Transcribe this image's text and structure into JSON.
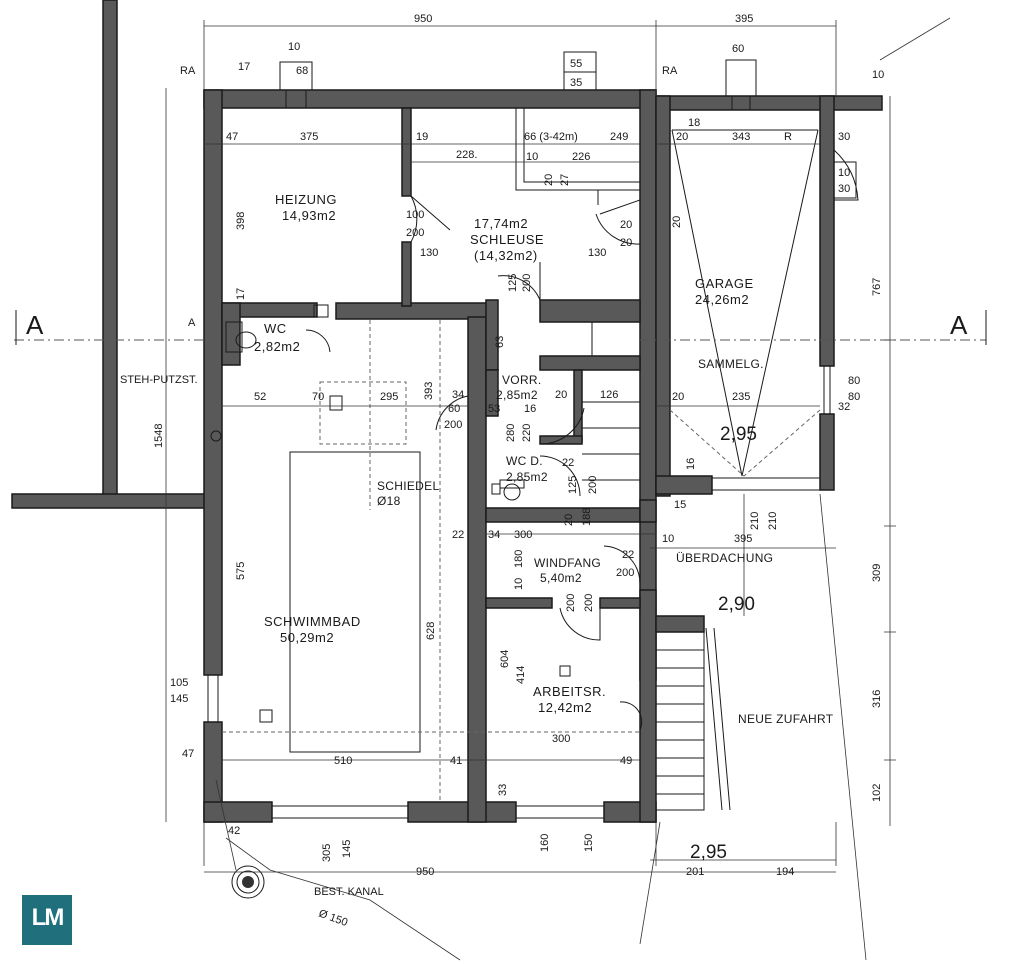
{
  "rooms": {
    "heizung": {
      "name": "HEIZUNG",
      "area": "14,93m2"
    },
    "schleuse": {
      "area_top": "17,74m2",
      "name": "SCHLEUSE",
      "area": "(14,32m2)"
    },
    "garage": {
      "name": "GARAGE",
      "area": "24,26m2",
      "note": "SAMMELG."
    },
    "wc": {
      "name": "WC",
      "area": "2,82m2"
    },
    "vorr": {
      "name": "VORR.",
      "area": "2,85m2"
    },
    "wcd": {
      "name": "WC D.",
      "area": "2,85m2"
    },
    "schiedel": {
      "name": "SCHIEDEL",
      "dia": "Ø18"
    },
    "windfang": {
      "name": "WINDFANG",
      "area": "5,40m2"
    },
    "schwimmbad": {
      "name": "SCHWIMMBAD",
      "area": "50,29m2"
    },
    "arbeitsr": {
      "name": "ARBEITSR.",
      "area": "12,42m2"
    }
  },
  "labels": {
    "section_a": "A",
    "ra": "RA",
    "a_small": "A",
    "steh_putzst": "STEH-PUTZST.",
    "ueberdachung": "ÜBERDACHUNG",
    "neue_zufahrt": "NEUE ZUFAHRT",
    "best_kanal": "BEST. KANAL",
    "kanal_dia": "Ø 150",
    "r": "R"
  },
  "levels": {
    "garage": "2,95",
    "entry": "2,90",
    "outside": "2,95"
  },
  "dims": {
    "top_left": "950",
    "top_right": "395",
    "bottom": "950",
    "left_total": "1548",
    "right_top": "767",
    "right_309": "309",
    "right_316": "316",
    "right_102": "102",
    "bottom_201": "201",
    "bottom_194": "194",
    "d10a": "10",
    "d68": "68",
    "d17": "17",
    "d55": "55",
    "d35": "35",
    "d60": "60",
    "d10b": "10",
    "d47": "47",
    "d375": "375",
    "d19": "19",
    "d228": "228.",
    "d66": "66 (3-42m)",
    "d249": "249",
    "d20a": "20",
    "d18": "18",
    "d343": "343",
    "d30": "30",
    "d10c": "10",
    "d30b": "30",
    "d10d": "10",
    "d226": "226",
    "d20b": "20",
    "d27": "27",
    "d398": "398",
    "d17b": "17",
    "d100": "100",
    "d200a": "200",
    "d130a": "130",
    "d20c": "20",
    "d20d": "20",
    "d130b": "130",
    "d20e": "20",
    "d125": "125",
    "d200b": "200",
    "d63": "63",
    "d52": "52",
    "d70": "70",
    "d295": "295",
    "d393": "393",
    "d34": "34",
    "d60b": "60",
    "d200c": "200",
    "d53": "53",
    "d16": "16",
    "d20f": "20",
    "d126": "126",
    "d20g": "20",
    "d235": "235",
    "d80": "80",
    "d80b": "80",
    "d32": "32",
    "d280": "280",
    "d220": "220",
    "d22": "22",
    "d16b": "16",
    "d125b": "125",
    "d200d": "200",
    "d15": "15",
    "d210a": "210",
    "d210b": "210",
    "d20h": "20",
    "d188": "188",
    "d22b": "22",
    "d34b": "34",
    "d300a": "300",
    "d10e": "10",
    "d395b": "395",
    "d22c": "22",
    "d200e": "200",
    "d575": "575",
    "d10f": "10",
    "d180": "180",
    "d200f": "200",
    "d200g": "200",
    "d628": "628",
    "d604": "604",
    "d414": "414",
    "d105": "105",
    "d145": "145",
    "d47b": "47",
    "d510": "510",
    "d41": "41",
    "d300b": "300",
    "d49": "49",
    "d33": "33",
    "d42": "42",
    "d305": "305",
    "d145b": "145",
    "d160": "160",
    "d150": "150"
  },
  "logo": {
    "text": "LM",
    "color": "#1f6f7d"
  },
  "colors": {
    "wall": "#595959",
    "line": "#1a1a1a",
    "background": "#ffffff"
  }
}
